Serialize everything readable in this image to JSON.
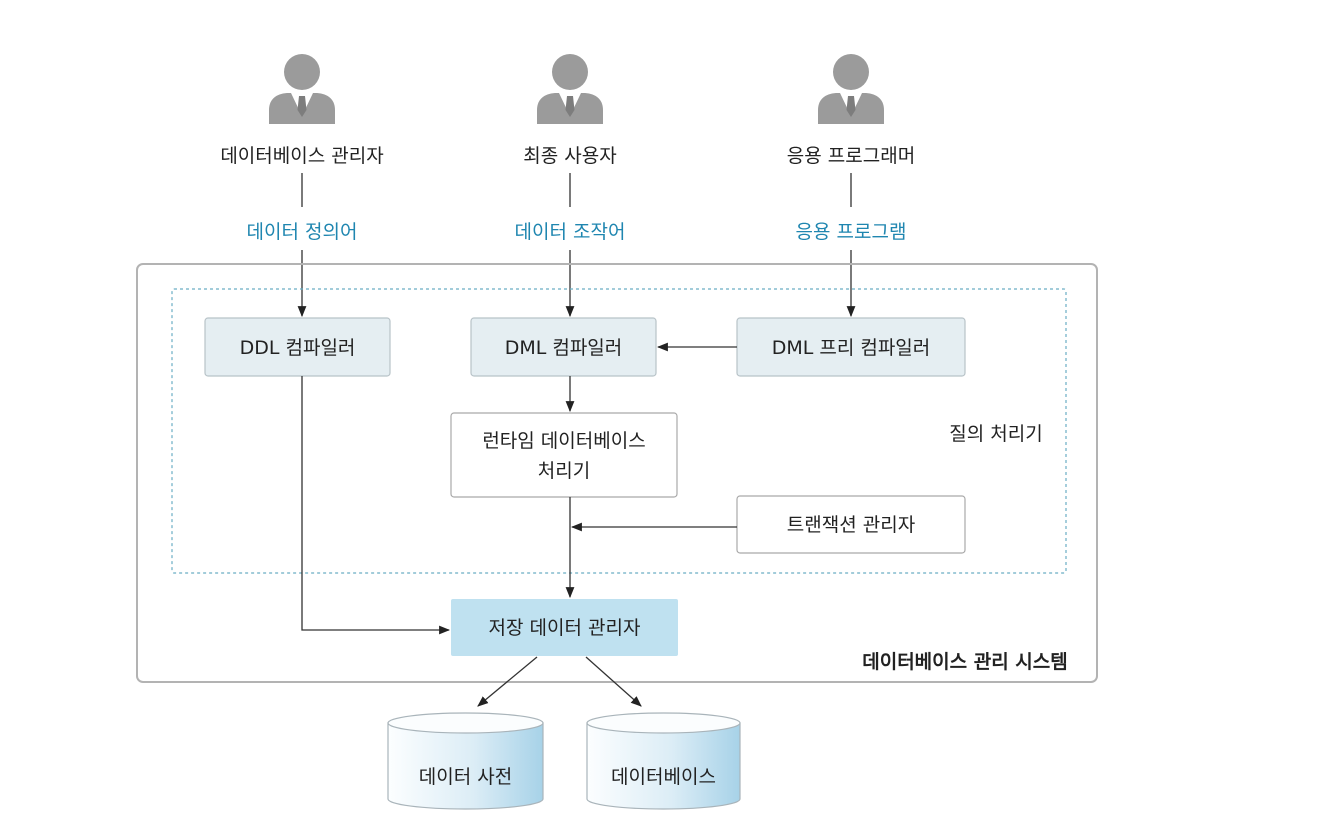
{
  "actors": [
    {
      "label": "데이터베이스 관리자",
      "language": "데이터 정의어",
      "icon": "person-icon"
    },
    {
      "label": "최종 사용자",
      "language": "데이터 조작어",
      "icon": "person-icon"
    },
    {
      "label": "응용 프로그래머",
      "language": "응용 프로그램",
      "icon": "person-icon"
    }
  ],
  "dbms": {
    "title": "데이터베이스 관리 시스템",
    "query_processor": {
      "title": "질의 처리기",
      "ddl_compiler": "DDL 컴파일러",
      "dml_compiler": "DML 컴파일러",
      "dml_precompiler": "DML 프리 컴파일러",
      "runtime_processor": [
        "런타임 데이터베이스",
        "처리기"
      ],
      "transaction_manager": "트랜잭션 관리자"
    },
    "storage_manager": "저장 데이터 관리자"
  },
  "storage": {
    "data_dictionary": "데이터 사전",
    "database": "데이터베이스"
  },
  "colors": {
    "accent_text": "#1f86b0",
    "compiler_fill": "#e5eef2",
    "storage_manager_fill": "#bfe1f0",
    "query_processor_border": "#6aaec4",
    "dbms_border": "#b3b3b3"
  }
}
